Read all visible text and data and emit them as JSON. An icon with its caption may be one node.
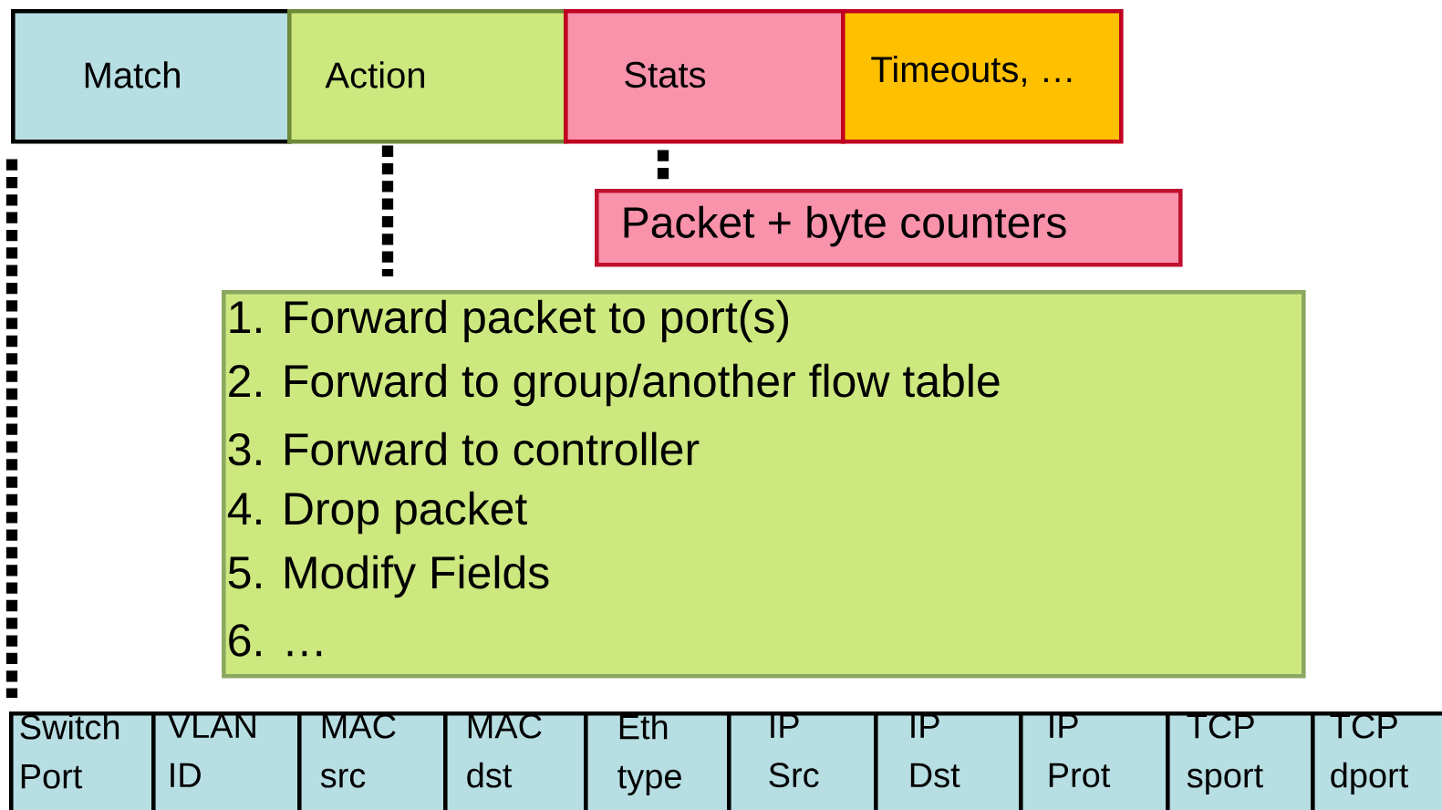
{
  "diagram": {
    "nodes": [
      {
        "text": [
          "Match"
        ]
      },
      {
        "text": [
          "Action"
        ]
      },
      {
        "text": [
          "Stats"
        ]
      },
      {
        "text": [
          "Timeouts, …"
        ]
      },
      {
        "text": [
          "Packet + byte counters"
        ]
      },
      {
        "text": [
          "1.  Forward packet to port(s)",
          "2.  Forward to group/another flow table",
          "3.  Forward to controller",
          "4.  Drop packet",
          "5.  Modify Fields",
          "6.  …"
        ]
      },
      {
        "text": [
          "Switch Port"
        ]
      },
      {
        "text": [
          "VLAN ID"
        ]
      },
      {
        "text": [
          "MAC src"
        ]
      },
      {
        "text": [
          "MAC dst"
        ]
      },
      {
        "text": [
          "Eth type"
        ]
      },
      {
        "text": [
          "IP Src"
        ]
      },
      {
        "text": [
          "IP Dst"
        ]
      },
      {
        "text": [
          "IP Prot"
        ]
      },
      {
        "text": [
          "TCP sport"
        ]
      },
      {
        "text": [
          "TCP dport"
        ]
      }
    ],
    "edges": [
      {
        "from": 0,
        "to": 6,
        "arrow": "none",
        "style": "dashed"
      },
      {
        "from": 1,
        "to": 5,
        "arrow": "none",
        "style": "dashed"
      },
      {
        "from": 2,
        "to": 4,
        "arrow": "none",
        "style": "dashed"
      }
    ]
  }
}
